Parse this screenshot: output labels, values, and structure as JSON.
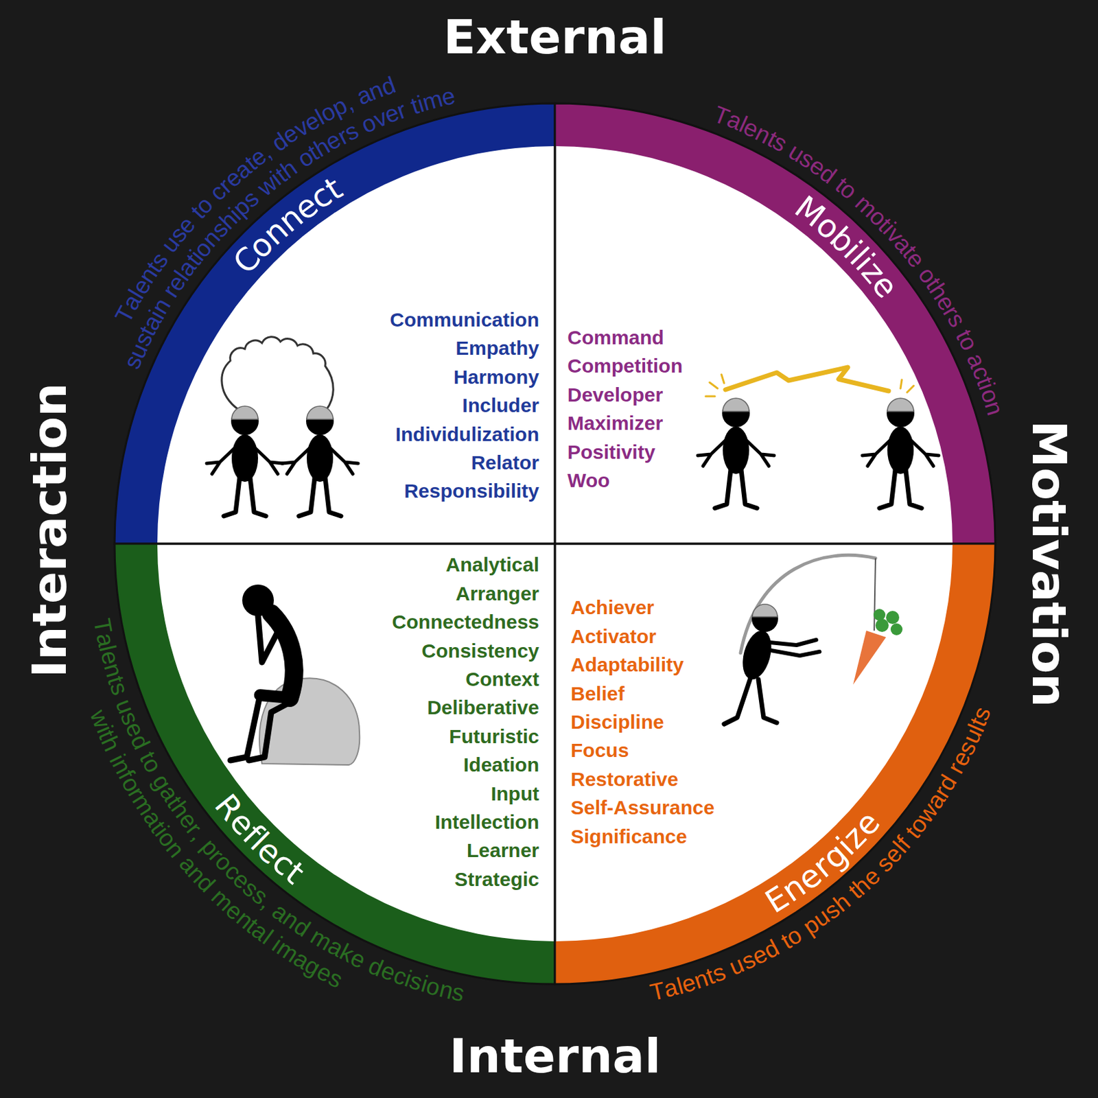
{
  "diagram": {
    "nodes": [
      {
        "text": [
          "Connect",
          "Talents use to create, develop, and sustain relationships with others over time",
          "Communication",
          "Empathy",
          "Harmony",
          "Includer",
          "Individulization",
          "Relator",
          "Responsibility"
        ]
      },
      {
        "text": [
          "Mobilize",
          "Talents used to motivate others to action",
          "Command",
          "Competition",
          "Developer",
          "Maximizer",
          "Positivity",
          "Woo"
        ]
      },
      {
        "text": [
          "Reflect",
          "Talents used to gather, process, and make decisions with information and mental images",
          "Analytical",
          "Arranger",
          "Connectedness",
          "Consistency",
          "Context",
          "Deliberative",
          "Futuristic",
          "Ideation",
          "Input",
          "Intellection",
          "Learner",
          "Strategic"
        ]
      },
      {
        "text": [
          "Energize",
          "Talents used to push the self toward results",
          "Achiever",
          "Activator",
          "Adaptability",
          "Belief",
          "Discipline",
          "Focus",
          "Restorative",
          "Self-Assurance",
          "Significance"
        ]
      }
    ],
    "labels": [
      "External",
      "Interaction",
      "Motivation",
      "Internal"
    ]
  }
}
